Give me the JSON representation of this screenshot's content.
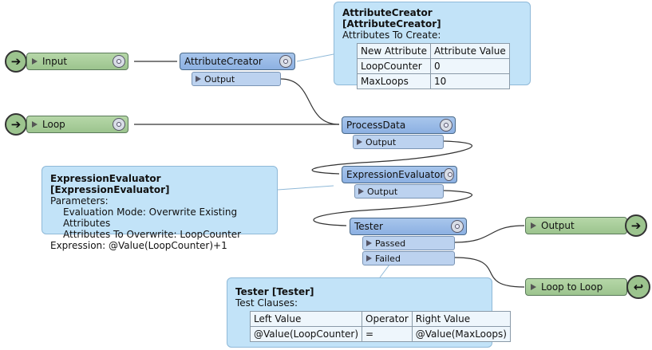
{
  "attr_creator": {
    "name": "AttributeCreator",
    "output": "Output",
    "annotation": {
      "title": "AttributeCreator [AttributeCreator]",
      "subtitle": "Attributes To Create:",
      "headers": [
        "New Attribute",
        "Attribute Value"
      ],
      "rows": [
        [
          "LoopCounter",
          "0"
        ],
        [
          "MaxLoops",
          "10"
        ]
      ]
    }
  },
  "input_node": {
    "name": "Input"
  },
  "loop_node": {
    "name": "Loop"
  },
  "process_data": {
    "name": "ProcessData",
    "output": "Output"
  },
  "expr_eval": {
    "name": "ExpressionEvaluator",
    "output": "Output",
    "annotation": {
      "title": "ExpressionEvaluator [ExpressionEvaluator]",
      "params": "Parameters:",
      "mode": "Evaluation Mode: Overwrite Existing Attributes",
      "overwrite": "Attributes To Overwrite: LoopCounter",
      "expression": "Expression: @Value(LoopCounter)+1"
    }
  },
  "tester": {
    "name": "Tester",
    "passed": "Passed",
    "failed": "Failed",
    "annotation": {
      "title": "Tester [Tester]",
      "subtitle": "Test Clauses:",
      "headers": [
        "Left Value",
        "Operator",
        "Right Value"
      ],
      "rows": [
        [
          "@Value(LoopCounter)",
          "=",
          "@Value(MaxLoops)"
        ]
      ]
    }
  },
  "output_node": {
    "name": "Output"
  },
  "loop_to_loop": {
    "name": "Loop to Loop"
  },
  "colors": {
    "transformer": "#8cb0e2",
    "bookmark": "#9cc48e",
    "annotation": "#c2e3f8"
  }
}
